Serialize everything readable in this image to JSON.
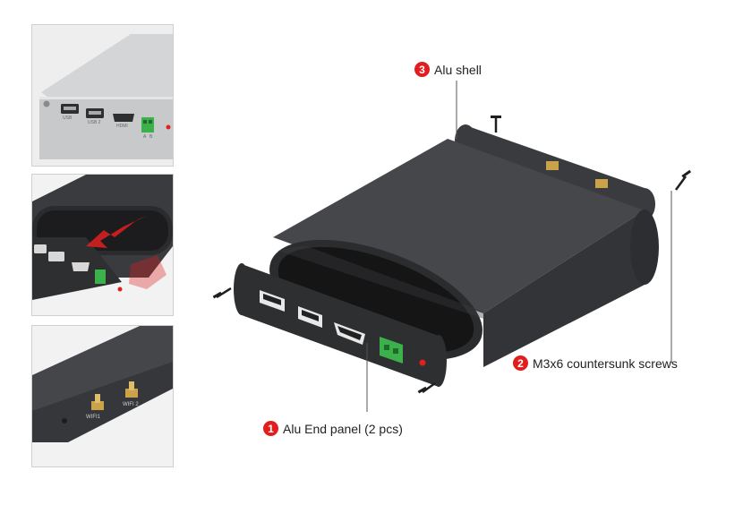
{
  "callouts": [
    {
      "number": "1",
      "label": "Alu End panel (2 pcs)"
    },
    {
      "number": "2",
      "label": "M3x6 countersunk screws"
    },
    {
      "number": "3",
      "label": "Alu shell"
    }
  ],
  "thumbnails": [
    {
      "port_labels": [
        "USB",
        "USB 2",
        "HDMI",
        "A",
        "B"
      ]
    },
    {
      "port_labels": []
    },
    {
      "port_labels": [
        "WIFI1",
        "WIFI 2"
      ]
    }
  ],
  "colors": {
    "callout_badge": "#e21d1d",
    "shell": "#3a3b3e",
    "silver_shell": "#c8c9cb",
    "terminal_green": "#3cb04b",
    "arrow_red": "#e02020",
    "connector_gold": "#c9a24a"
  }
}
